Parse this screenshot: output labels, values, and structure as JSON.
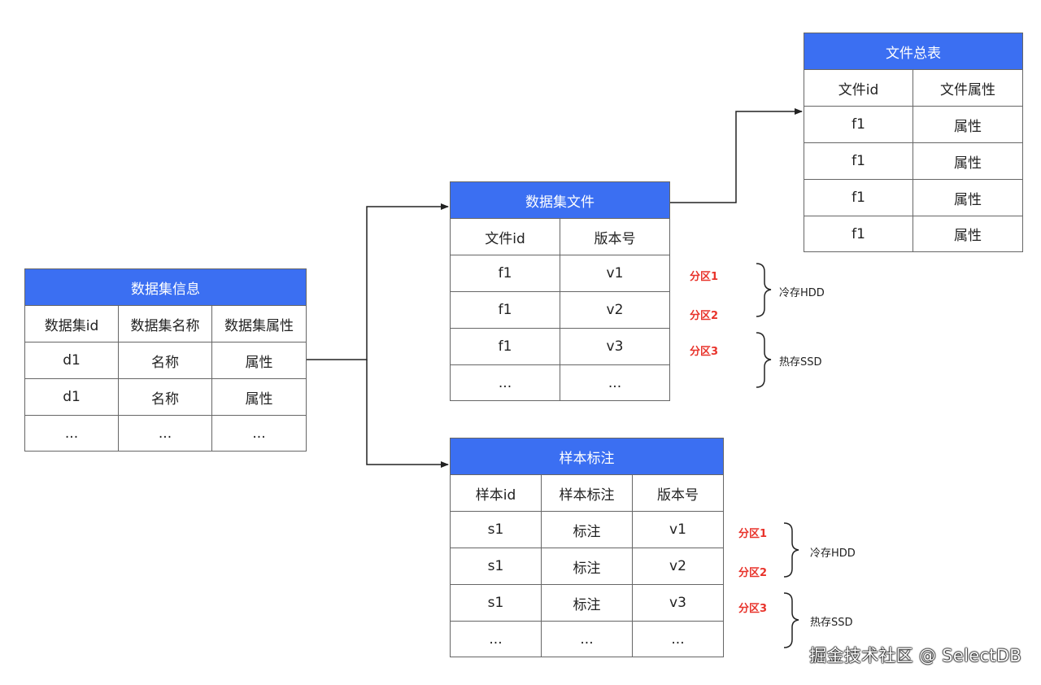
{
  "dataset_info": {
    "title": "数据集信息",
    "headers": [
      "数据集id",
      "数据集名称",
      "数据集属性"
    ],
    "rows": [
      [
        "d1",
        "名称",
        "属性"
      ],
      [
        "d1",
        "名称",
        "属性"
      ],
      [
        "...",
        "...",
        "..."
      ]
    ]
  },
  "dataset_file": {
    "title": "数据集文件",
    "headers": [
      "文件id",
      "版本号"
    ],
    "rows": [
      [
        "f1",
        "v1"
      ],
      [
        "f1",
        "v2"
      ],
      [
        "f1",
        "v3"
      ],
      [
        "...",
        "..."
      ]
    ],
    "partitions": [
      "分区1",
      "分区2",
      "分区3"
    ],
    "storage": [
      "冷存HDD",
      "热存SSD"
    ]
  },
  "file_master": {
    "title": "文件总表",
    "headers": [
      "文件id",
      "文件属性"
    ],
    "rows": [
      [
        "f1",
        "属性"
      ],
      [
        "f1",
        "属性"
      ],
      [
        "f1",
        "属性"
      ],
      [
        "f1",
        "属性"
      ]
    ]
  },
  "sample_annotation": {
    "title": "样本标注",
    "headers": [
      "样本id",
      "样本标注",
      "版本号"
    ],
    "rows": [
      [
        "s1",
        "标注",
        "v1"
      ],
      [
        "s1",
        "标注",
        "v2"
      ],
      [
        "s1",
        "标注",
        "v3"
      ],
      [
        "...",
        "...",
        "..."
      ]
    ],
    "partitions": [
      "分区1",
      "分区2",
      "分区3"
    ],
    "storage": [
      "冷存HDD",
      "热存SSD"
    ]
  },
  "watermark": "掘金技术社区 @ SelectDB",
  "colors": {
    "header_fill": "#3b6ff2",
    "partition_text": "#e8332b",
    "border": "#666666"
  }
}
